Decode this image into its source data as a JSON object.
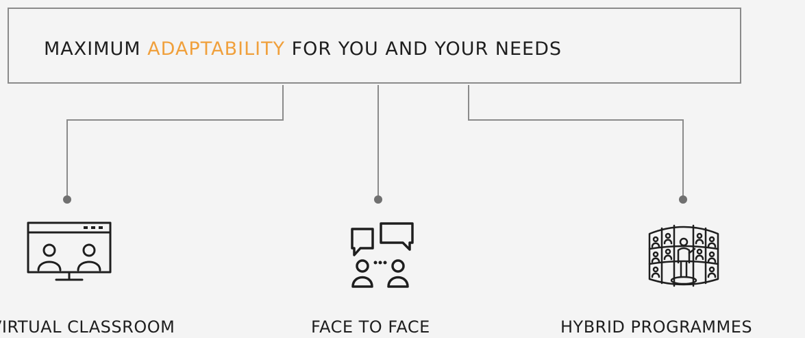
{
  "headline": {
    "prefix": "MAXIMUM ",
    "accent": "ADAPTABILITY",
    "suffix": " FOR YOU AND YOUR NEEDS"
  },
  "colors": {
    "accent": "#f0a03c",
    "line": "#8a8a8a",
    "dot": "#707070",
    "text": "#1e1e1e",
    "background": "#f4f4f4"
  },
  "options": [
    {
      "label": "VIRTUAL CLASSROOM",
      "icon": "video-conference-icon"
    },
    {
      "label": "FACE TO FACE",
      "icon": "conversation-icon"
    },
    {
      "label": "HYBRID PROGRAMMES",
      "icon": "hybrid-classroom-icon"
    }
  ]
}
